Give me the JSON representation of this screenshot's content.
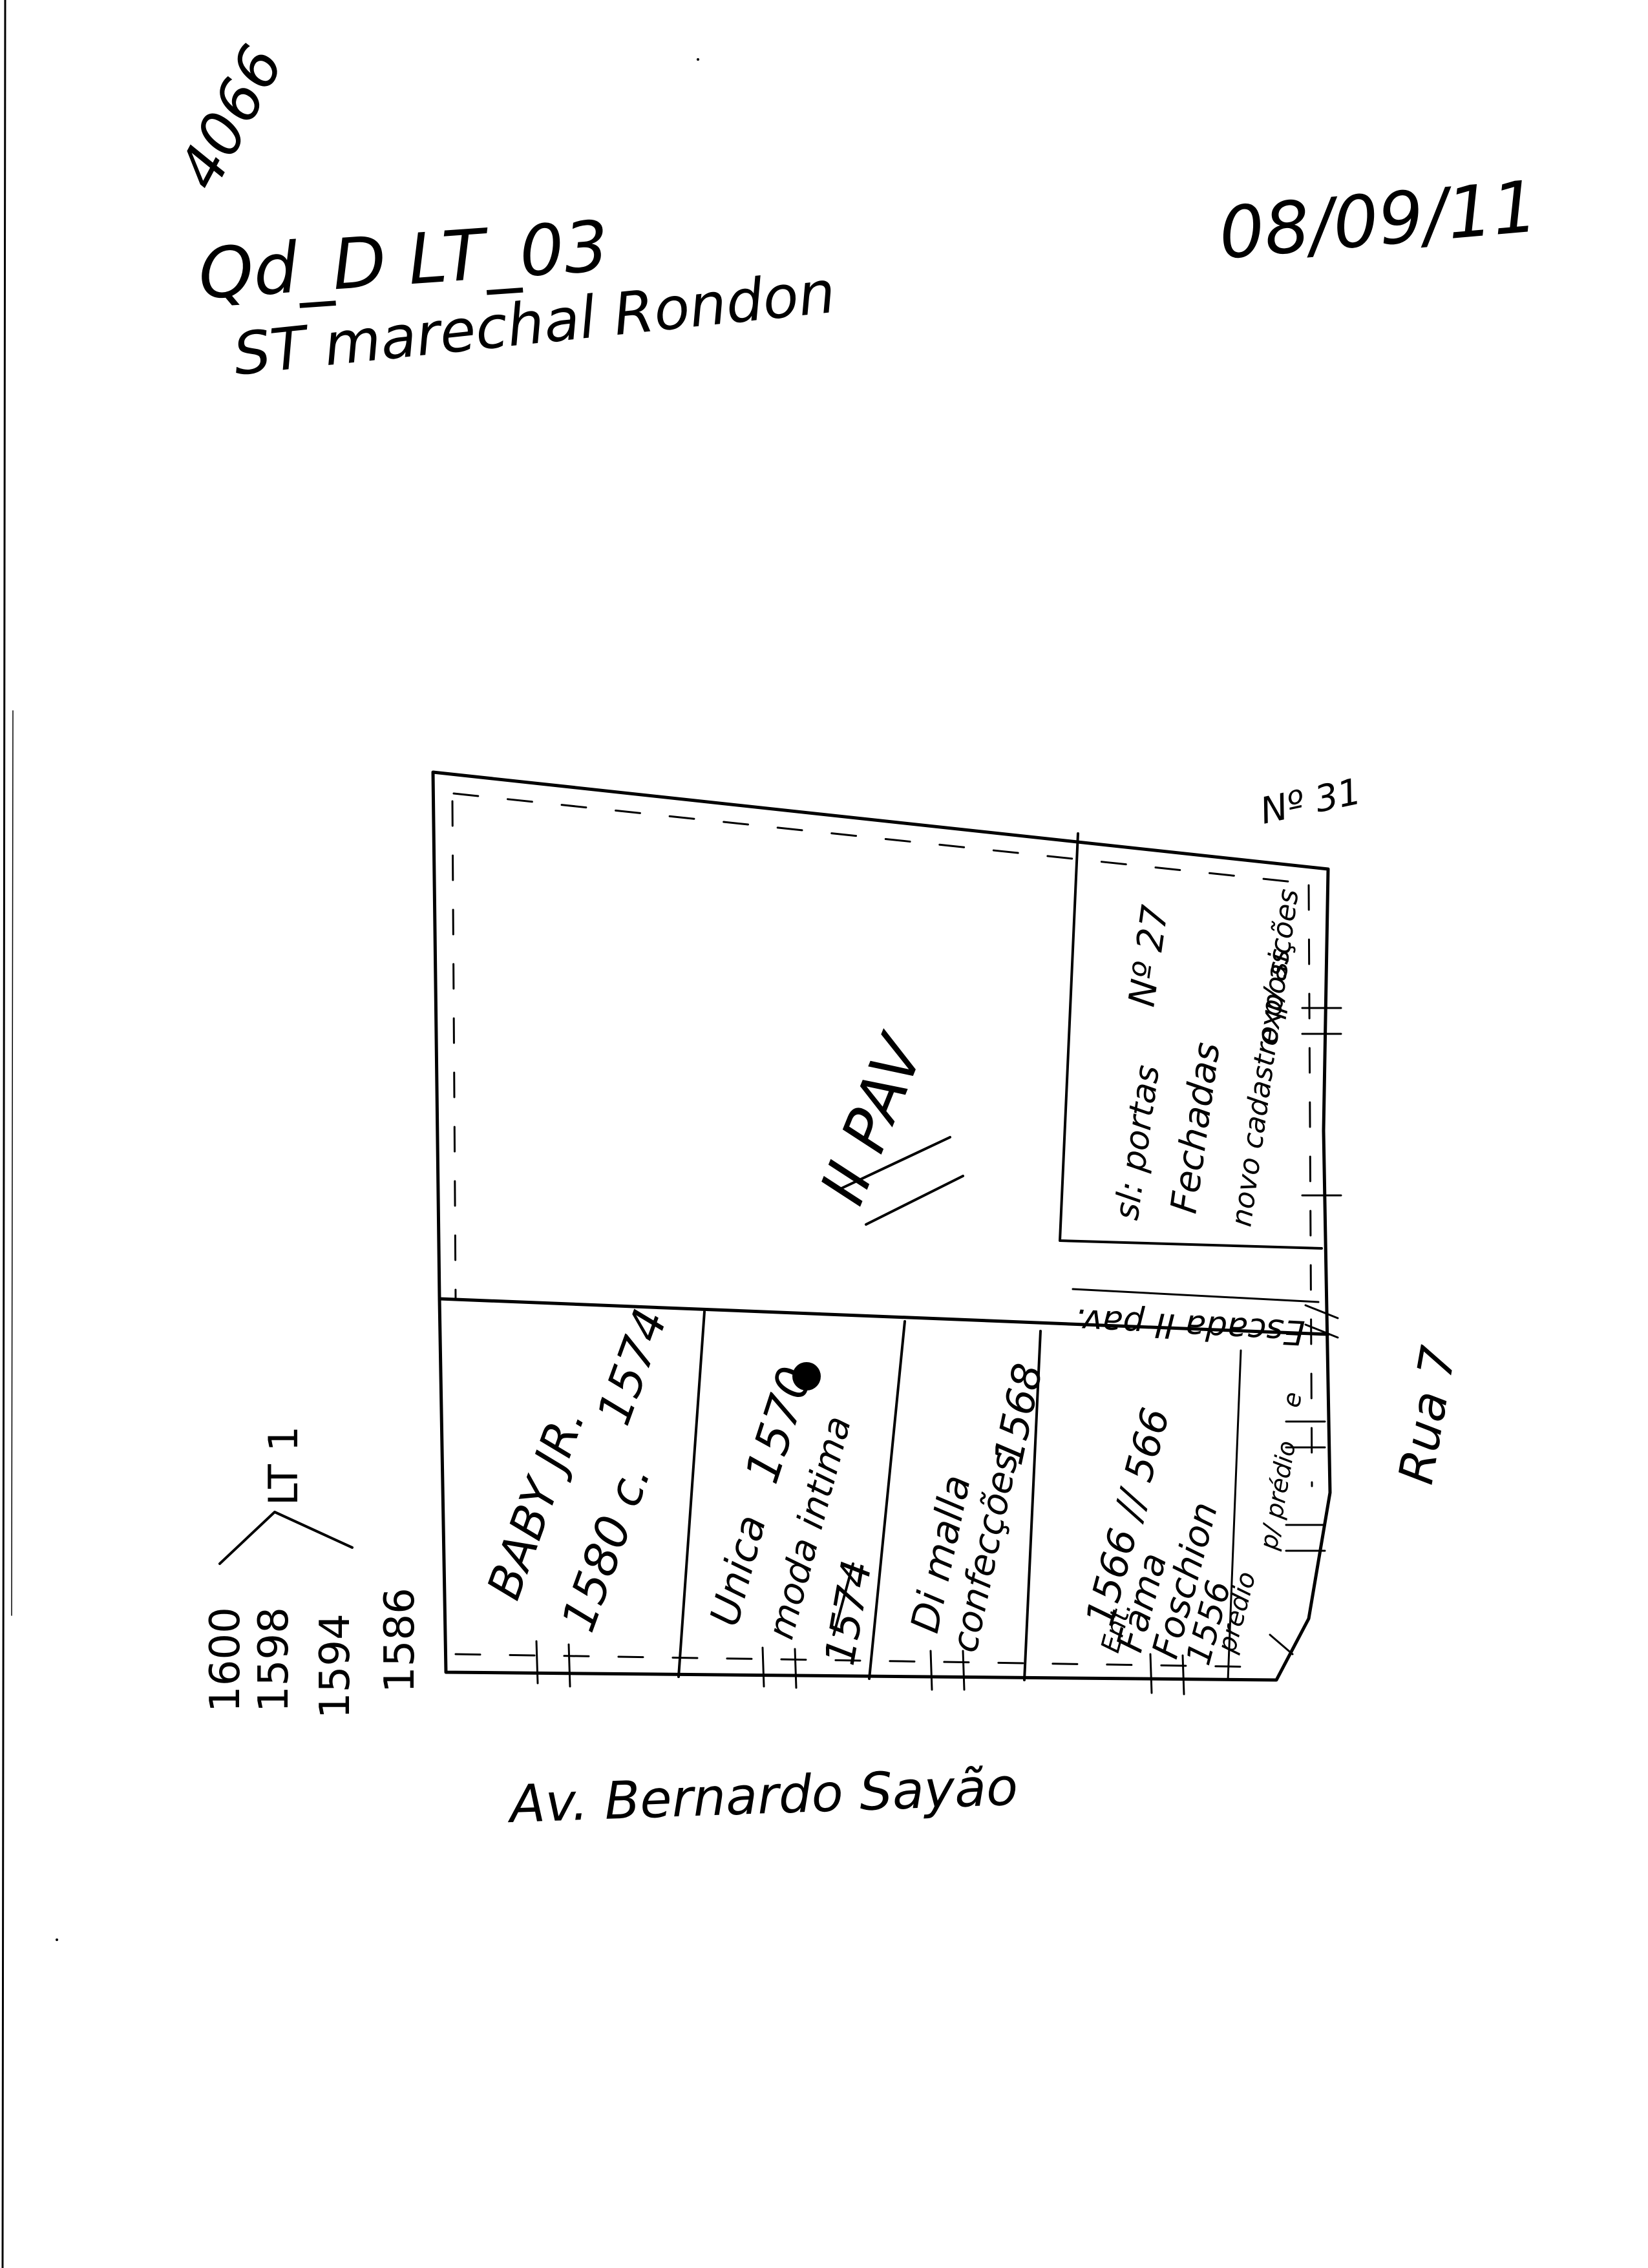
{
  "header": {
    "file_no": "4066",
    "block_lot": "Qd_D    LT_03",
    "sector": "ST marechal Rondon",
    "date": "08/09/11"
  },
  "main_building": {
    "label": "II PAV",
    "right_annex": {
      "number": "Nº 31",
      "line1": "sl: portas",
      "line2": "Nº 27",
      "line3": "Fechadas",
      "line4": "novo cadastro p/ as",
      "line5": "exposições"
    },
    "stair_note": "Escada II pav."
  },
  "shops": [
    {
      "name_line1": "BABY JR.",
      "name_line2": "1574",
      "number": "1580 c."
    },
    {
      "name_line1": "Unica",
      "name_line2": "moda intima",
      "number": "1570",
      "old_number": "1574"
    },
    {
      "name_line1": "Di malla",
      "name_line2": "confecções",
      "number": "1568"
    },
    {
      "name_line1": "Fama",
      "name_line2": "Foschion",
      "number": "1566 // 566",
      "extra1": "Ent.",
      "extra2": "1556",
      "extra3": "predio"
    }
  ],
  "corner_note": {
    "line1": "p/ prédio",
    "line2": "e"
  },
  "left_side": {
    "lot_label": "LT 1",
    "numbers": [
      "1600",
      "1598",
      "1594",
      "1586"
    ]
  },
  "streets": {
    "bottom": "Av. Bernardo Sayão",
    "right": "Rua 7"
  },
  "colors": {
    "ink": "#000000",
    "paper": "#ffffff"
  }
}
